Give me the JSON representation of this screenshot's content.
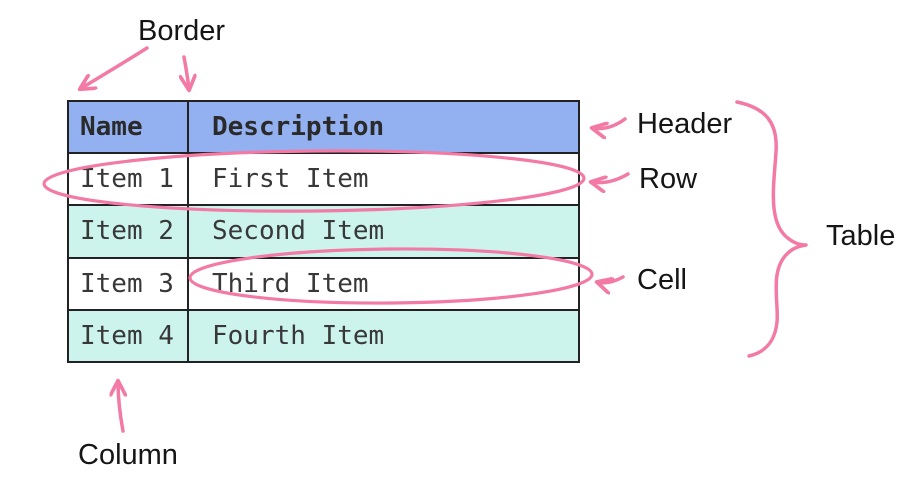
{
  "colors": {
    "header_bg": "#93b1f1",
    "row_alt_bg": "#ccf4ed",
    "row_bg": "#ffffff",
    "annotation_pink": "#f27aa4",
    "table_border": "#222222",
    "table_text": "#383838",
    "label_text": "#151515",
    "page_bg": "#ffffff"
  },
  "table": {
    "columns": [
      "Name",
      "Description"
    ],
    "rows": [
      {
        "name": "Item 1",
        "description": "First Item"
      },
      {
        "name": "Item 2",
        "description": "Second Item"
      },
      {
        "name": "Item 3",
        "description": "Third Item"
      },
      {
        "name": "Item 4",
        "description": "Fourth Item"
      }
    ]
  },
  "annotations": {
    "labels": {
      "border": "Border",
      "header": "Header",
      "row": "Row",
      "cell": "Cell",
      "table": "Table",
      "column": "Column"
    },
    "icons": [
      "down-left-arrow-icon",
      "down-arrow-icon",
      "left-arrow-icon",
      "up-arrow-icon",
      "curly-brace-icon",
      "row-ellipse-icon",
      "cell-ellipse-icon"
    ]
  }
}
